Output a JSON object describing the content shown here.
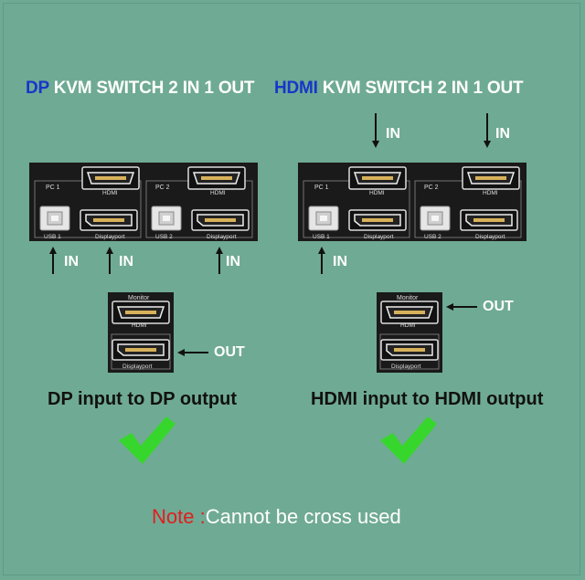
{
  "titles": {
    "dp": {
      "highlight": "DP",
      "rest": " KVM SWITCH 2 IN 1 OUT"
    },
    "hdmi": {
      "highlight": "HDMI",
      "rest": " KVM SWITCH 2 IN 1 OUT"
    }
  },
  "switch_labels": {
    "pc1": "PC 1",
    "pc2": "PC 2",
    "usb1": "USB 1",
    "usb2": "USB 2",
    "hdmi": "HDMI",
    "displayport": "Displayport",
    "monitor": "Monitor"
  },
  "arrows": {
    "in": "IN",
    "out": "OUT"
  },
  "captions": {
    "dp": "DP input to DP output",
    "hdmi": "HDMI input to HDMI output"
  },
  "note": {
    "label": "Note :",
    "text": "Cannot be cross used"
  },
  "colors": {
    "background": "#6faa94",
    "highlight_blue": "#1537c9",
    "note_red": "#e21e1e",
    "check_green": "#37d62c",
    "device": "#1a1a1a"
  }
}
